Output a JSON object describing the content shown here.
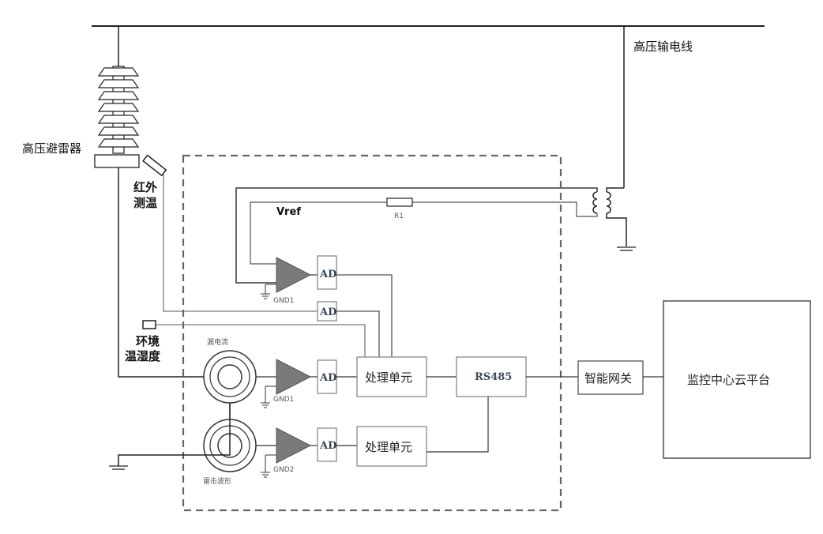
{
  "labels": {
    "hv_line": "高压输电线",
    "arrester": "高压避雷器",
    "ir_temp_1": "红外",
    "ir_temp_2": "测温",
    "env_1": "环境",
    "env_2": "温湿度",
    "leak_current": "漏电流",
    "lightning_wave": "雷击波形",
    "vref": "Vref",
    "r1": "R1",
    "gnd1_a": "GND1",
    "gnd1_b": "GND1",
    "gnd2": "GND2",
    "ad_1": "AD",
    "ad_2": "AD",
    "ad_3": "AD",
    "ad_4": "AD",
    "proc_1": "处理单元",
    "proc_2": "处理单元",
    "rs485": "RS485",
    "gateway": "智能网关",
    "cloud": "监控中心云平台"
  },
  "colors": {
    "line": "#222222",
    "box": "#888888",
    "amp": "#7a7a7a",
    "dashed": "#666666"
  }
}
